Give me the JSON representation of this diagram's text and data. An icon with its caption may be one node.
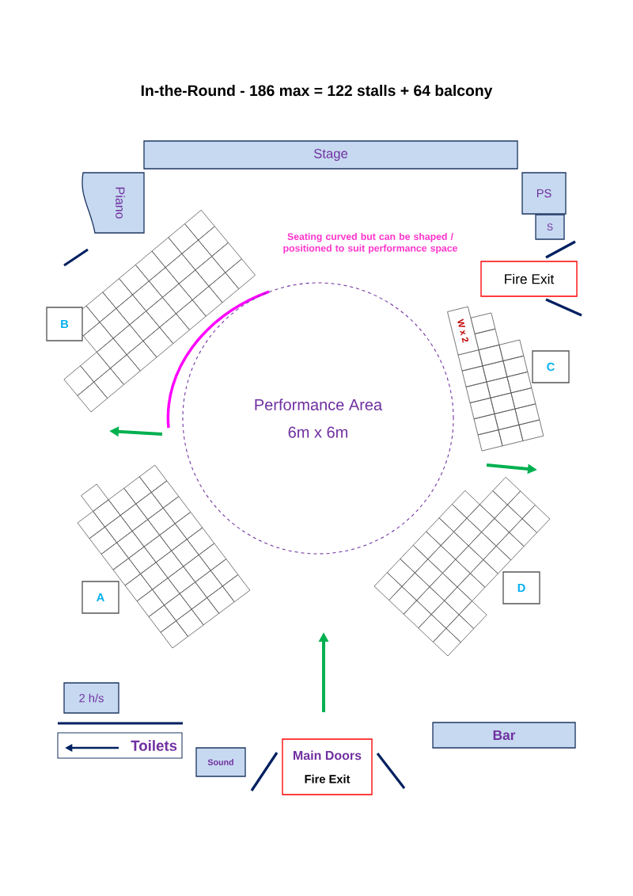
{
  "diagram": {
    "title": "In-the-Round - 186 max = 122 stalls + 64 balcony",
    "nodes": [
      {
        "text": [
          "Stage"
        ]
      },
      {
        "text": [
          "Piano"
        ]
      },
      {
        "text": [
          "PS"
        ]
      },
      {
        "text": [
          "S"
        ]
      },
      {
        "text": [
          "Fire Exit"
        ]
      },
      {
        "text": [
          "B"
        ]
      },
      {
        "text": [
          "W x 2"
        ]
      },
      {
        "text": [
          "C"
        ]
      },
      {
        "text": [
          "Performance Area",
          "6m x 6m"
        ]
      },
      {
        "text": [
          "A"
        ]
      },
      {
        "text": [
          "D"
        ]
      },
      {
        "text": [
          "2 h/s"
        ]
      },
      {
        "text": [
          "Toilets"
        ]
      },
      {
        "text": [
          "Sound"
        ]
      },
      {
        "text": [
          "Main Doors",
          "Fire Exit"
        ]
      },
      {
        "text": [
          "Bar"
        ]
      }
    ],
    "labels": [
      "Seating curved but can be shaped / positioned to suit performance space"
    ]
  }
}
